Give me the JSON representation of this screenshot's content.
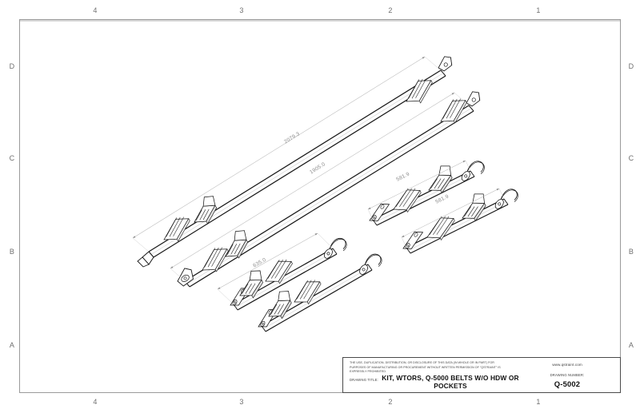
{
  "sheet": {
    "zones_top": [
      "4",
      "3",
      "2",
      "1"
    ],
    "zones_bottom": [
      "4",
      "3",
      "2",
      "1"
    ],
    "zones_left": [
      "D",
      "C",
      "B",
      "A"
    ],
    "zones_right": [
      "D",
      "C",
      "B",
      "A"
    ]
  },
  "title_block": {
    "disclaimer": "THE USE, DUPLICATION, DISTRIBUTION, OR DISCLOSURE OF THIS DATA (IN WHOLE OR IN PART) FOR PURPOSES OF MANUFACTURING OR PROCUREMENT WITHOUT WRITTEN PERMISSION OF \"QSTRAINT\" IS EXPRESSLY PROHIBITED.",
    "drawing_title_label": "DRAWING TITLE:",
    "drawing_title": "KIT, WTORS, Q-5000 BELTS W/O HDW OR POCKETS",
    "website": "www.qstraint.com",
    "drawing_number_label": "DRAWING NUMBER:",
    "drawing_number": "Q-5002"
  },
  "dimensions": {
    "d1": "2079.3",
    "d2": "1905.0",
    "d3": "635.0",
    "d4": "581.9",
    "d5": "581.9"
  },
  "colors": {
    "frame": "#9a9a9a",
    "line": "#1a1a1a",
    "dimension": "#8c8c8c",
    "titleblock_border": "#4a4a4a"
  }
}
